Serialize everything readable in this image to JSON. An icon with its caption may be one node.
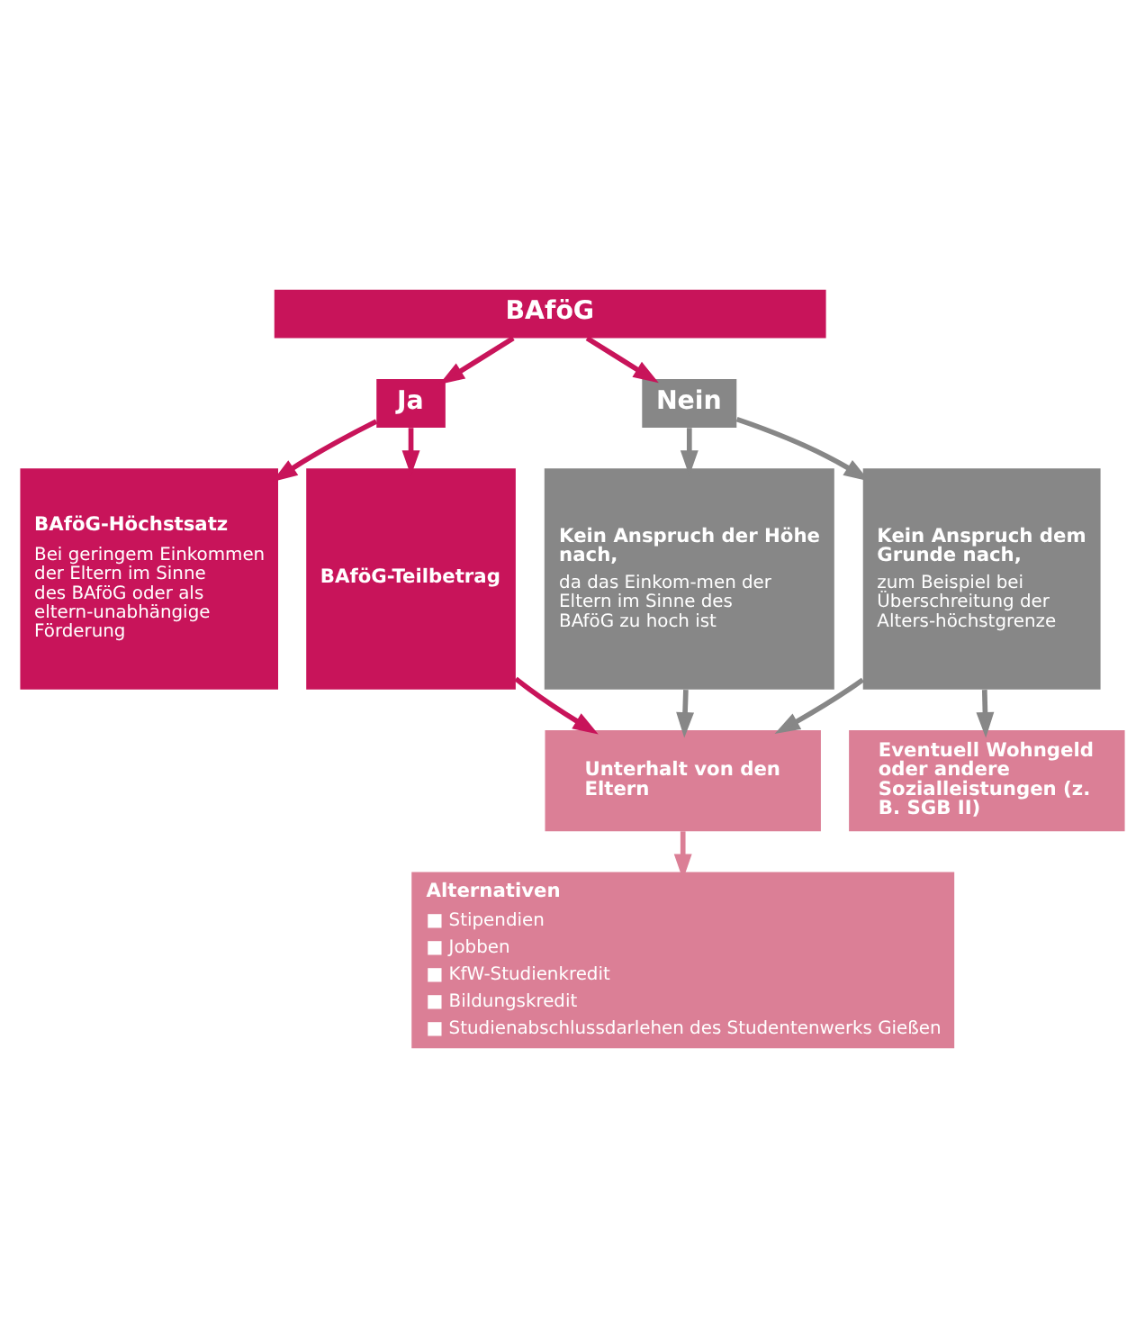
{
  "diagram": {
    "nodes": [
      {
        "text": [
          "BAföG"
        ]
      },
      {
        "text": [
          "Ja"
        ]
      },
      {
        "text": [
          "Nein"
        ]
      },
      {
        "text": [
          "BAföG-Höchstsatz",
          "Bei geringem Einkommen der Eltern im Sinne des BAföG oder als eltern-unabhängige Förderung"
        ]
      },
      {
        "text": [
          "BAföG-Teilbetrag"
        ]
      },
      {
        "text": [
          "Kein Anspruch der Höhe nach,",
          "da das Einkom-men der Eltern im Sinne des BAföG zu hoch ist"
        ]
      },
      {
        "text": [
          "Kein Anspruch dem Grunde nach,",
          "zum Beispiel bei Überschreitung der Alters-höchstgrenze"
        ]
      },
      {
        "text": [
          "Unterhalt von den Eltern"
        ]
      },
      {
        "text": [
          "Eventuell Wohngeld oder andere Sozialleistungen (z. B. SGB II)"
        ]
      },
      {
        "text": [
          "Alternativen",
          "■ Stipendien",
          "■ Jobben",
          "■ KfW-Studienkredit",
          "■ Bildungskredit",
          "■ Studienabschlussdarlehen des Studentenwerks Gießen"
        ]
      }
    ],
    "edges": [
      {
        "from": 0,
        "to": 1,
        "arrow": "to",
        "color": "#c8145a"
      },
      {
        "from": 0,
        "to": 2,
        "arrow": "to",
        "color": "#c8145a"
      },
      {
        "from": 1,
        "to": 3,
        "arrow": "to",
        "color": "#c8145a"
      },
      {
        "from": 1,
        "to": 4,
        "arrow": "to",
        "color": "#c8145a"
      },
      {
        "from": 2,
        "to": 5,
        "arrow": "to",
        "color": "#878787"
      },
      {
        "from": 2,
        "to": 6,
        "arrow": "to",
        "color": "#878787"
      },
      {
        "from": 4,
        "to": 7,
        "arrow": "to",
        "color": "#c8145a"
      },
      {
        "from": 5,
        "to": 7,
        "arrow": "to",
        "color": "#878787"
      },
      {
        "from": 6,
        "to": 7,
        "arrow": "to",
        "color": "#878787"
      },
      {
        "from": 6,
        "to": 8,
        "arrow": "to",
        "color": "#878787"
      },
      {
        "from": 7,
        "to": 9,
        "arrow": "to",
        "color": "#db7f96"
      }
    ]
  }
}
